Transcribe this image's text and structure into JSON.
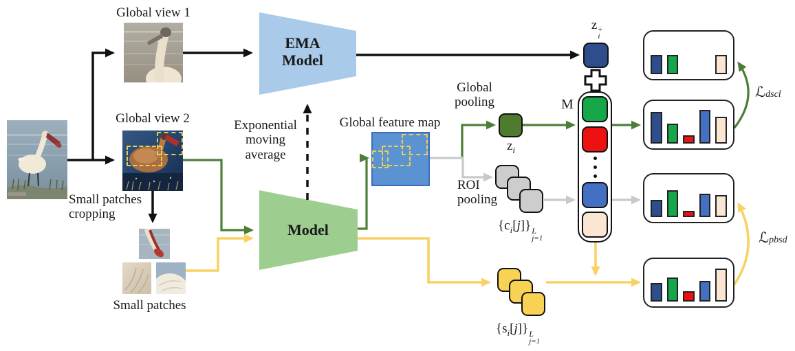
{
  "figure": {
    "description": "Self-supervised learning framework diagram with EMA model, global/local crops, pooling, memory bank and distribution losses"
  },
  "colors": {
    "background": "#ffffff",
    "text": "#1a1a1a",
    "ema_model_fill": "#a9cae8",
    "model_fill": "#9ecd90",
    "feature_map_fill": "#5b92d2",
    "feature_map_border": "#3a6cc0",
    "dashed_crop_box": "#e8cf57",
    "arrow_black": "#111111",
    "arrow_green": "#4d7e38",
    "arrow_yellow": "#f8d263",
    "arrow_gray": "#c9c9c9",
    "z_plus_fill": "#2e4d8d",
    "z_global_fill": "#4d7c2e",
    "roi_token_fill": "#cdcdcd",
    "patch_token_fill": "#f7d254",
    "palette": {
      "navy": "#2e4d8d",
      "green": "#16a74b",
      "red": "#ee1111",
      "blue": "#4470c4",
      "cream": "#fbe5d3",
      "none": "transparent"
    }
  },
  "labels": {
    "global_view_1": "Global view 1",
    "global_view_2": "Global view 2",
    "small_patches_cropping": "Small patches cropping",
    "small_patches": "Small patches",
    "ema_note": "Exponential moving average",
    "feature_map": "Global feature map",
    "global_pooling": "Global pooling",
    "roi_pooling": "ROI pooling",
    "ema_model": "EMA Model",
    "model": "Model"
  },
  "math": {
    "z_plus": {
      "base": "z",
      "sub": "i",
      "sup": "+"
    },
    "z_global": {
      "base": "z",
      "sub": "i"
    },
    "memory_label": "M",
    "c_set": {
      "open": "{",
      "letter": "c",
      "sub": "i",
      "bracket_open": "[",
      "index": "j",
      "bracket_close": "]}",
      "sup": "L",
      "limit": "j=1"
    },
    "s_set": {
      "open": "{",
      "letter": "s",
      "sub": "i",
      "bracket_open": "[",
      "index": "j",
      "bracket_close": "]}",
      "sup": "L",
      "limit": "j=1"
    }
  },
  "losses": {
    "dscl": {
      "base": "ℒ",
      "sub": "dscl"
    },
    "pbsd": {
      "base": "ℒ",
      "sub": "pbsd"
    }
  },
  "memory": {
    "cells": [
      "green",
      "red",
      "dots",
      "blue",
      "cream"
    ]
  },
  "distributions": {
    "target": {
      "bars": [
        {
          "c": "navy",
          "h": 28
        },
        {
          "c": "green",
          "h": 28
        },
        {
          "c": "none",
          "h": 0
        },
        {
          "c": "none",
          "h": 0
        },
        {
          "c": "cream",
          "h": 28
        }
      ]
    },
    "global": {
      "bars": [
        {
          "c": "navy",
          "h": 46
        },
        {
          "c": "green",
          "h": 29
        },
        {
          "c": "red",
          "h": 12
        },
        {
          "c": "blue",
          "h": 49
        },
        {
          "c": "cream",
          "h": 39
        }
      ]
    },
    "roi": {
      "bars": [
        {
          "c": "navy",
          "h": 25
        },
        {
          "c": "green",
          "h": 39
        },
        {
          "c": "red",
          "h": 9
        },
        {
          "c": "blue",
          "h": 34
        },
        {
          "c": "cream",
          "h": 32
        }
      ]
    },
    "patch": {
      "bars": [
        {
          "c": "navy",
          "h": 27
        },
        {
          "c": "green",
          "h": 35
        },
        {
          "c": "red",
          "h": 15
        },
        {
          "c": "blue",
          "h": 30
        },
        {
          "c": "cream",
          "h": 48
        }
      ]
    }
  },
  "images": {
    "source": "input photo: spoonbill bird wading in water",
    "global_view_1": "global crop 1: bird neck and head over water",
    "global_view_2": "global crop 2: bird over dark blue water with crop boxes",
    "patch_1": "small patch: red bill detail",
    "patch_2": "small patch: body feathers",
    "patch_3": "small patch: white back"
  }
}
